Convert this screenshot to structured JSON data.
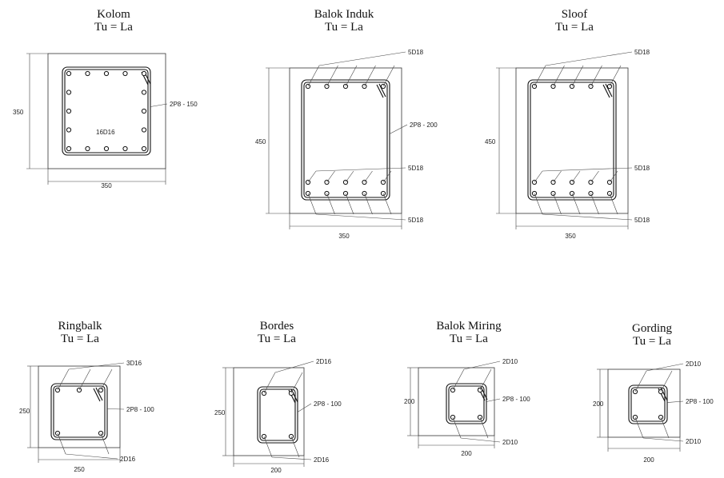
{
  "sections": [
    {
      "key": "kolom",
      "title": "Kolom",
      "subtitle": "Tu = La",
      "width_label": "350",
      "height_label": "350",
      "labels": {
        "center": "16D16",
        "stirrup": "2P8 - 150"
      }
    },
    {
      "key": "balok-induk",
      "title": "Balok Induk",
      "subtitle": "Tu = La",
      "width_label": "350",
      "height_label": "450",
      "labels": {
        "top": "5D18",
        "stirrup": "2P8 - 200",
        "middle": "5D18",
        "bottom": "5D18"
      }
    },
    {
      "key": "sloof",
      "title": "Sloof",
      "subtitle": "Tu = La",
      "width_label": "350",
      "height_label": "450",
      "labels": {
        "top": "5D18",
        "middle": "5D18",
        "bottom": "5D18"
      }
    },
    {
      "key": "ringbalk",
      "title": "Ringbalk",
      "subtitle": "Tu = La",
      "width_label": "250",
      "height_label": "250",
      "labels": {
        "top": "3D16",
        "stirrup": "2P8 - 100",
        "bottom": "2D16"
      }
    },
    {
      "key": "bordes",
      "title": "Bordes",
      "subtitle": "Tu = La",
      "width_label": "200",
      "height_label": "250",
      "labels": {
        "top": "2D16",
        "stirrup": "2P8 - 100",
        "bottom": "2D16"
      }
    },
    {
      "key": "balok-miring",
      "title": "Balok Miring",
      "subtitle": "Tu = La",
      "width_label": "200",
      "height_label": "200",
      "labels": {
        "top": "2D10",
        "stirrup": "2P8 - 100",
        "bottom": "2D10"
      }
    },
    {
      "key": "gording",
      "title": "Gording",
      "subtitle": "Tu = La",
      "width_label": "200",
      "height_label": "200",
      "labels": {
        "top": "2D10",
        "stirrup": "2P8 - 100",
        "bottom": "2D10"
      }
    }
  ]
}
